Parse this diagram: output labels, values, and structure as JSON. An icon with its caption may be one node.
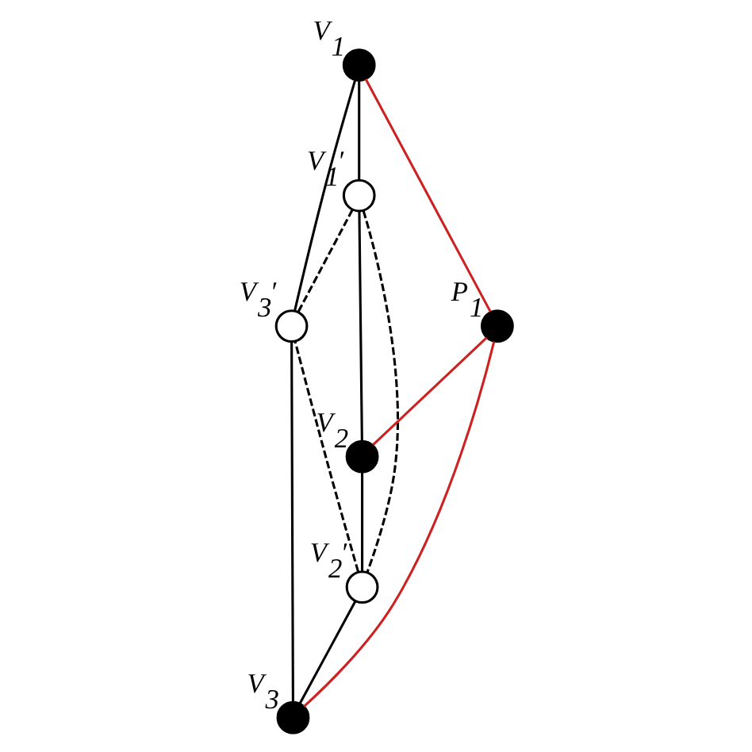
{
  "diagram": {
    "nodes": [
      {
        "text": [],
        "shape": "circle",
        "beside": [
          "V$_{1}$"
        ]
      },
      {
        "text": [],
        "shape": "circle",
        "beside": [
          "V$_{1}$′"
        ]
      },
      {
        "text": [],
        "shape": "circle",
        "beside": [
          "V$_{3}$′"
        ]
      },
      {
        "text": [],
        "shape": "circle",
        "beside": [
          "P$_{1}$"
        ]
      },
      {
        "text": [],
        "shape": "circle",
        "beside": [
          "V$_{2}$"
        ]
      },
      {
        "text": [],
        "shape": "circle",
        "beside": [
          "V$_{2}$′"
        ]
      },
      {
        "text": [],
        "shape": "circle",
        "beside": [
          "V$_{3}$"
        ]
      }
    ],
    "edges": [
      {
        "from": 0,
        "to": 1,
        "arrow": "none"
      },
      {
        "from": 1,
        "to": 4,
        "arrow": "none"
      },
      {
        "from": 0,
        "to": 2,
        "arrow": "none"
      },
      {
        "from": 2,
        "to": 6,
        "arrow": "none"
      },
      {
        "from": 4,
        "to": 5,
        "arrow": "none"
      },
      {
        "from": 5,
        "to": 6,
        "arrow": "none"
      },
      {
        "from": 1,
        "to": 2,
        "arrow": "none",
        "style": "dashed"
      },
      {
        "from": 1,
        "to": 5,
        "arrow": "none",
        "style": "dashed"
      },
      {
        "from": 5,
        "to": 2,
        "arrow": "none",
        "style": "dashed"
      },
      {
        "from": 0,
        "to": 3,
        "arrow": "none",
        "color": "#cc2222"
      },
      {
        "from": 4,
        "to": 3,
        "arrow": "none",
        "color": "#cc2222"
      },
      {
        "from": 6,
        "to": 3,
        "arrow": "none",
        "color": "#cc2222"
      }
    ]
  }
}
